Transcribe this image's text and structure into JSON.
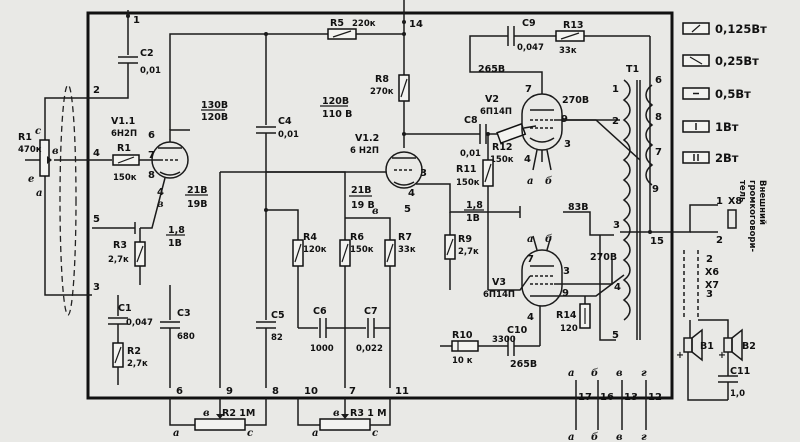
{
  "components": {
    "R1": {
      "name": "R1",
      "value": "470к"
    },
    "R1b": {
      "name": "R1",
      "value": "150к"
    },
    "R2": {
      "name": "R2",
      "value": "2,7к"
    },
    "R3": {
      "name": "R3",
      "value": "2,7к"
    },
    "R4": {
      "name": "R4",
      "value": "120к"
    },
    "R5": {
      "name": "R5",
      "value": "220к"
    },
    "R6": {
      "name": "R6",
      "value": "150к"
    },
    "R7": {
      "name": "R7",
      "value": "33к"
    },
    "R8": {
      "name": "R8",
      "value": "270к"
    },
    "R9": {
      "name": "R9",
      "value": "2,7к"
    },
    "R10": {
      "name": "R10",
      "value": "10 к"
    },
    "R11": {
      "name": "R11",
      "value": "150к"
    },
    "R12": {
      "name": "R12",
      "value": "150к"
    },
    "R13": {
      "name": "R13",
      "value": "33к"
    },
    "R14": {
      "name": "R14",
      "value": "120"
    },
    "C1": {
      "name": "C1",
      "value": "0,047"
    },
    "C2": {
      "name": "C2",
      "value": "0,01"
    },
    "C3": {
      "name": "C3",
      "value": "680"
    },
    "C4": {
      "name": "C4",
      "value": "0,01"
    },
    "C5": {
      "name": "C5",
      "value": "82"
    },
    "C6": {
      "name": "C6",
      "value": "1000"
    },
    "C7": {
      "name": "C7",
      "value": "0,022"
    },
    "C8": {
      "name": "C8",
      "value": "0,01"
    },
    "C9": {
      "name": "C9",
      "value": "0,047"
    },
    "C10": {
      "name": "C10",
      "value": "3300"
    },
    "C11": {
      "name": "C11",
      "value": "1,0"
    },
    "R2pot": {
      "name": "R2 1М"
    },
    "R3pot": {
      "name": "R3 1 М"
    },
    "T1": {
      "name": "T1"
    },
    "B1": {
      "name": "В1"
    },
    "B2": {
      "name": "В2"
    },
    "X8": {
      "name": "X8"
    },
    "X6": {
      "name": "X6"
    },
    "X7": {
      "name": "X7"
    }
  },
  "tubes": {
    "V11": {
      "name": "V1.1",
      "type": "6Н2П"
    },
    "V12": {
      "name": "V1.2",
      "type": "6 Н2П"
    },
    "V2": {
      "name": "V2",
      "type": "6П14П"
    },
    "V3": {
      "name": "V3",
      "type": "6П14П"
    }
  },
  "voltages": {
    "v130": "130В",
    "v120a": "120В",
    "v21": "21В",
    "v19a": "19В",
    "v1_8a": "1,8",
    "v1b": "1В",
    "v120b": "120В",
    "v110": "110 В",
    "v21b": "21В",
    "v19b": "19 В",
    "v1_8b": "1,8",
    "v1c": "1В",
    "v265a": "265В",
    "v270a": "270В",
    "v83": "83В",
    "v270b": "270В",
    "v265b": "265В"
  },
  "speaker_label": "Внешний громкоговори-\nтель",
  "speaker_label_lines": [
    "Внешний",
    "громкоговори-",
    "тель"
  ],
  "pins": {
    "p1": "1",
    "p2": "2",
    "p3": "3",
    "p4": "4",
    "p5": "5",
    "p6": "6",
    "p7": "7",
    "p8": "8",
    "p9": "9",
    "p10": "10",
    "p11": "11",
    "p12": "12",
    "p13": "13",
    "p14": "14",
    "p15": "15",
    "p16": "16",
    "p17": "17"
  },
  "letters": {
    "a": "а",
    "b": "б",
    "v": "в",
    "g": "г",
    "c": "с",
    "e": "е"
  },
  "legend": [
    {
      "label": "0,125Вт",
      "symbol": "diag"
    },
    {
      "label": "0,25Вт",
      "symbol": "diag"
    },
    {
      "label": "0,5Вт",
      "symbol": "bar-short"
    },
    {
      "label": "1Вт",
      "symbol": "bar"
    },
    {
      "label": "2Вт",
      "symbol": "bar-double"
    }
  ]
}
